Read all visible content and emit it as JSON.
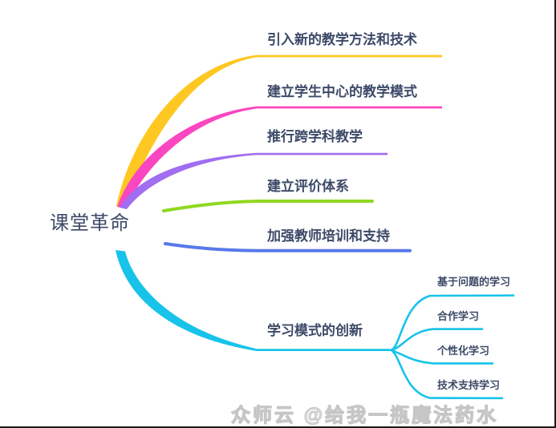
{
  "root": {
    "label": "课堂革命"
  },
  "topics": [
    {
      "label": "引入新的教学方法和技术",
      "color": "#FFC722"
    },
    {
      "label": "建立学生中心的教学模式",
      "color": "#FA46C0"
    },
    {
      "label": "推行跨学科教学",
      "color": "#A16EF2"
    },
    {
      "label": "建立评价体系",
      "color": "#8FD820"
    },
    {
      "label": "加强教师培训和支持",
      "color": "#5779EA"
    },
    {
      "label": "学习模式的创新",
      "color": "#17C3E9",
      "children": [
        {
          "label": "基于问题的学习"
        },
        {
          "label": "合作学习"
        },
        {
          "label": "个性化学习"
        },
        {
          "label": "技术支持学习"
        }
      ]
    }
  ],
  "watermark": {
    "text": "众师云 @给我一瓶魔法药水"
  },
  "colors": {
    "text": "#3d4a68",
    "background": "#ffffff",
    "watermark_outline": "#c6c6c6",
    "frame_border": "#1b1b1b"
  }
}
